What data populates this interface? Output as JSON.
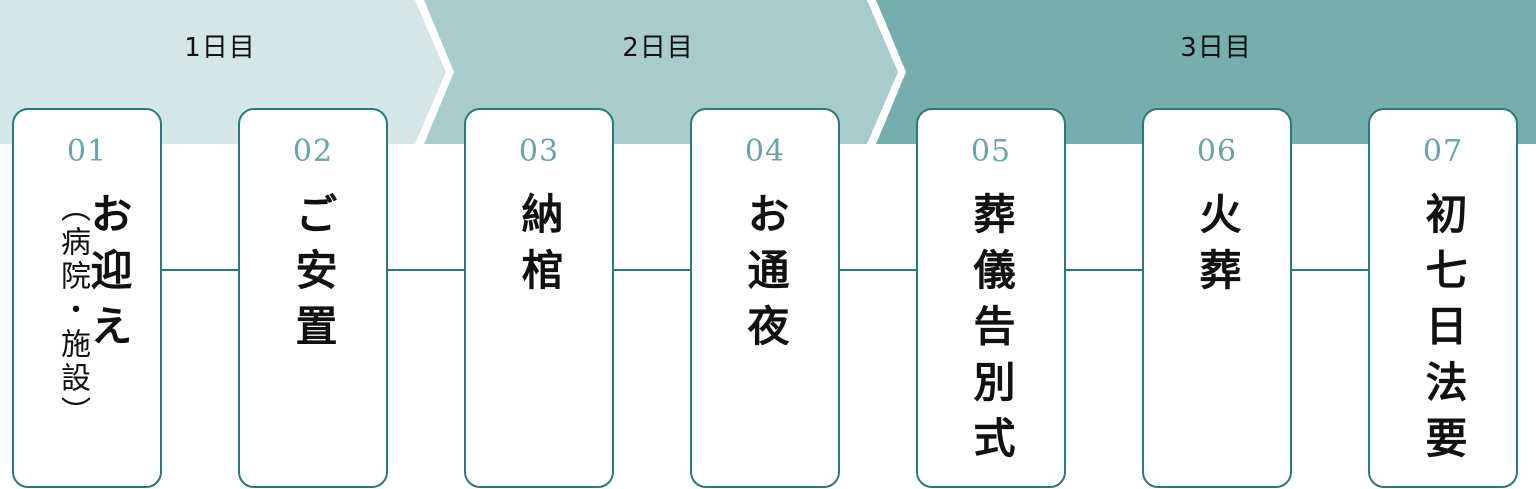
{
  "colors": {
    "day1_band": "#d4e6e6",
    "day2_band": "#a8cbcc",
    "day3_band": "#76adad",
    "card_border": "#2a7a7a",
    "step_number": "#6aa5a5",
    "connector": "#2a7a7a"
  },
  "days": [
    {
      "label": "1日目"
    },
    {
      "label": "2日目"
    },
    {
      "label": "3日目"
    }
  ],
  "steps": [
    {
      "number": "01",
      "title": "お迎え",
      "subtitle": "（病院・施設）"
    },
    {
      "number": "02",
      "title": "ご安置"
    },
    {
      "number": "03",
      "title": "納棺"
    },
    {
      "number": "04",
      "title": "お通夜"
    },
    {
      "number": "05",
      "title": "葬儀告別式"
    },
    {
      "number": "06",
      "title": "火葬"
    },
    {
      "number": "07",
      "title": "初七日法要"
    }
  ]
}
